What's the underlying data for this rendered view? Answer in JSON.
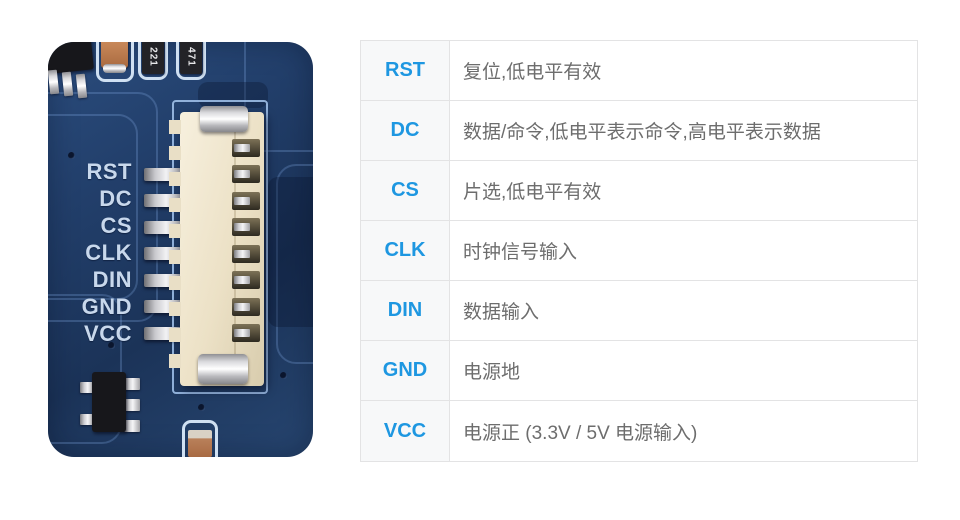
{
  "page": {
    "background": "#ffffff"
  },
  "pcb_photo": {
    "description": "Close-up photo of a blue PCB with a beige JST pin-header connector and silkscreen pin labels",
    "silkscreen_labels": [
      "RST",
      "DC",
      "CS",
      "CLK",
      "DIN",
      "GND",
      "VCC"
    ],
    "component_markings": {
      "resistor1": "221",
      "resistor2": "471"
    },
    "colors": {
      "board_blue": "#223f6b",
      "silkscreen": "#c8d8ec",
      "connector_beige": "#ece1c6"
    }
  },
  "pin_table": {
    "accent_color": "#1e97e1",
    "rows": [
      {
        "pin": "RST",
        "desc": "复位,低电平有效"
      },
      {
        "pin": "DC",
        "desc": "数据/命令,低电平表示命令,高电平表示数据"
      },
      {
        "pin": "CS",
        "desc": "片选,低电平有效"
      },
      {
        "pin": "CLK",
        "desc": "时钟信号输入"
      },
      {
        "pin": "DIN",
        "desc": "数据输入"
      },
      {
        "pin": "GND",
        "desc": "电源地"
      },
      {
        "pin": "VCC",
        "desc": "电源正 (3.3V / 5V 电源输入)"
      }
    ]
  }
}
